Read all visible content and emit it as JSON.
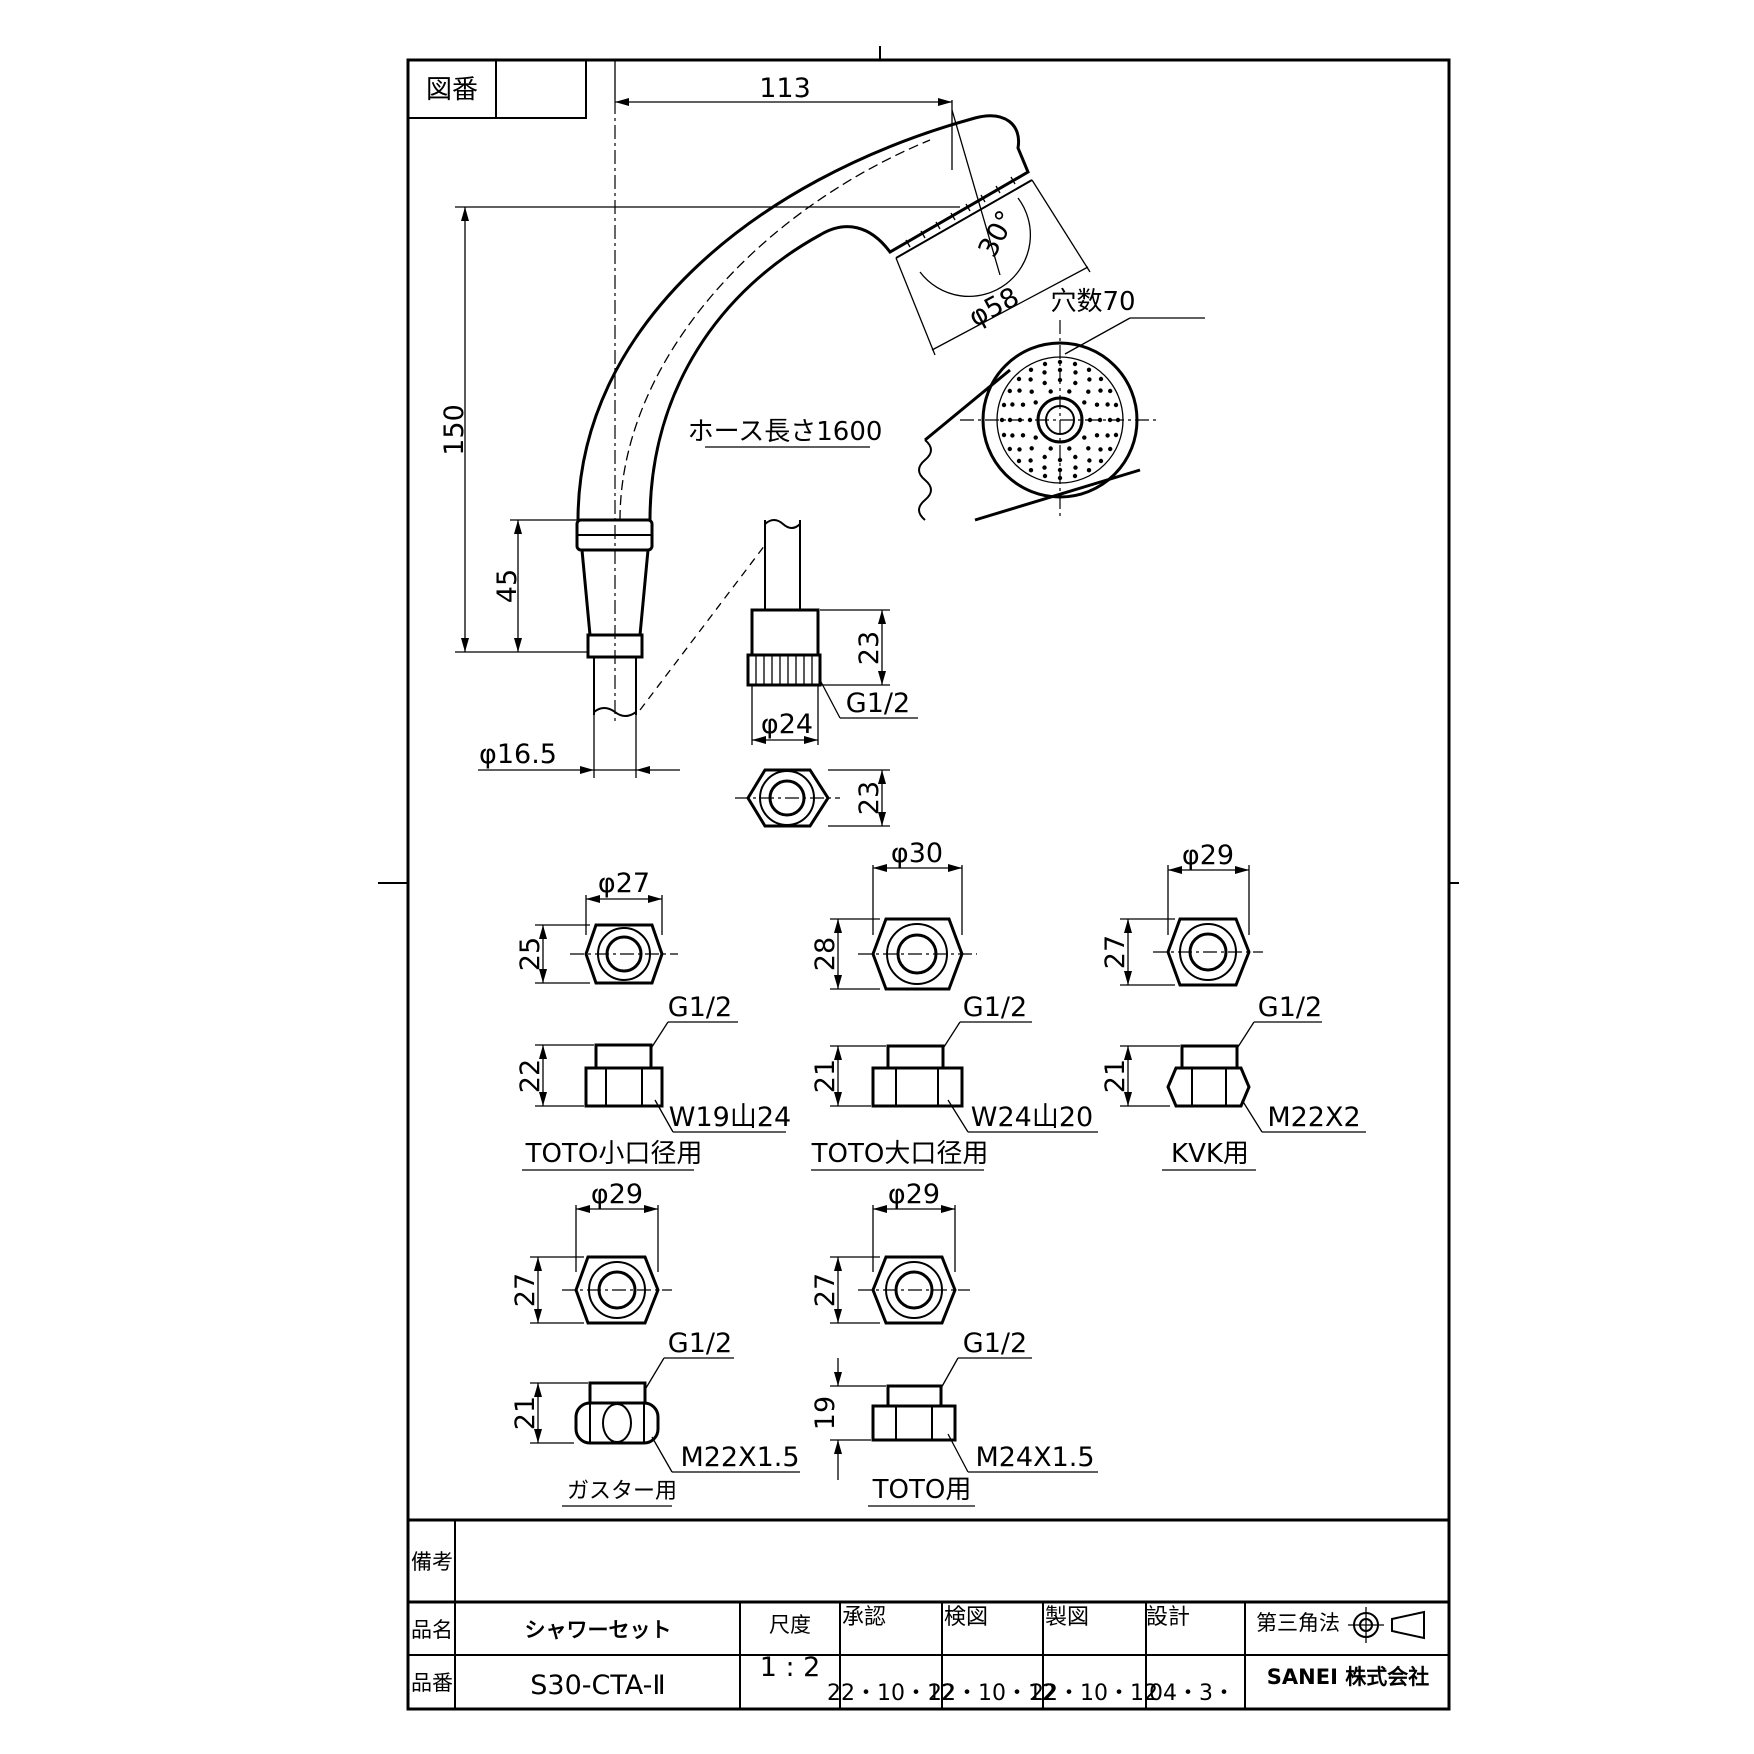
{
  "drawing_number": {
    "label": "図番",
    "value": ""
  },
  "showerhead": {
    "width": "113",
    "height": "150",
    "grip_length": "45",
    "face_diameter": "φ58",
    "angle": "30°",
    "hole_count": "穴数70",
    "hose_length": "ホース長さ1600",
    "hose_diameter": "φ16.5"
  },
  "hose_end": {
    "height": "23",
    "thread": "G1/2",
    "diameter": "φ24",
    "hex_height": "23"
  },
  "adapters": [
    {
      "name": "TOTO小口径用",
      "diameter": "φ27",
      "hex_height": "25",
      "body_height": "22",
      "inlet_thread": "G1/2",
      "outlet_thread": "W19山24"
    },
    {
      "name": "TOTO大口径用",
      "diameter": "φ30",
      "hex_height": "28",
      "body_height": "21",
      "inlet_thread": "G1/2",
      "outlet_thread": "W24山20"
    },
    {
      "name": "KVK用",
      "diameter": "φ29",
      "hex_height": "27",
      "body_height": "21",
      "inlet_thread": "G1/2",
      "outlet_thread": "M22X2"
    },
    {
      "name": "ガスター用",
      "diameter": "φ29",
      "hex_height": "27",
      "body_height": "21",
      "inlet_thread": "G1/2",
      "outlet_thread": "M22X1.5"
    },
    {
      "name": "TOTO用",
      "diameter": "φ29",
      "hex_height": "27",
      "body_height": "19",
      "inlet_thread": "G1/2",
      "outlet_thread": "M24X1.5"
    }
  ],
  "title_block": {
    "remarks_label": "備考",
    "remarks_value": "",
    "product_name_label": "品名",
    "product_name": "シャワーセット",
    "product_number_label": "品番",
    "product_number": "S30-CTA-Ⅱ",
    "scale_label": "尺度",
    "scale": "1 : 2",
    "approved_label": "承認",
    "approved_date": "22・10・12",
    "checked_label": "検図",
    "checked_date": "22・10・12",
    "drawn_label": "製図",
    "drawn_date": "22・10・12",
    "design_label": "設計",
    "design_date": "04・3・",
    "projection": "第三角法",
    "company": "SANEI 株式会社"
  }
}
